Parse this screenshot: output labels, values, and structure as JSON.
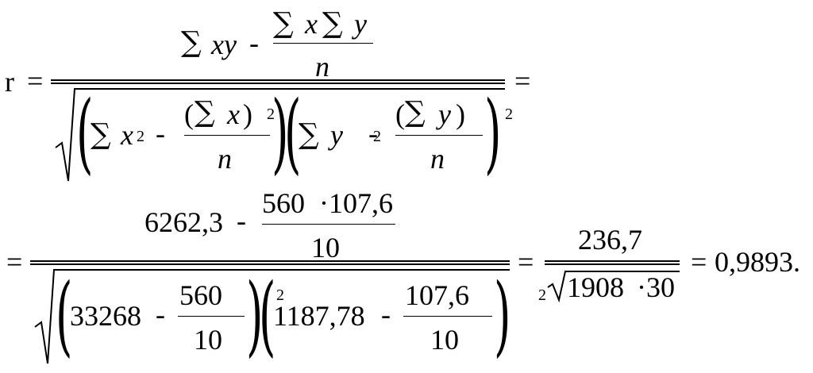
{
  "lhs": {
    "symbol": "r",
    "equals": "="
  },
  "formula": {
    "sum": "∑",
    "minus": "-",
    "xy": "xy",
    "x": "x",
    "y": "y",
    "n": "n",
    "exp2": "2",
    "open_paren": "(",
    "close_paren": ")",
    "trailing_equals": "="
  },
  "substitution": {
    "equals": "=",
    "sum_xy": "6262,3",
    "minus": "-",
    "sum_x": "560",
    "dot": "·",
    "sum_y": "107,6",
    "n": "10",
    "sum_x2": "33268",
    "sum_y2": "1187,78",
    "exp2": "2"
  },
  "simplified": {
    "equals": "=",
    "numerator": "236,7",
    "den_a": "1908",
    "dot": "·",
    "den_b": "30"
  },
  "result": {
    "equals": "=",
    "value": "0,9893."
  }
}
